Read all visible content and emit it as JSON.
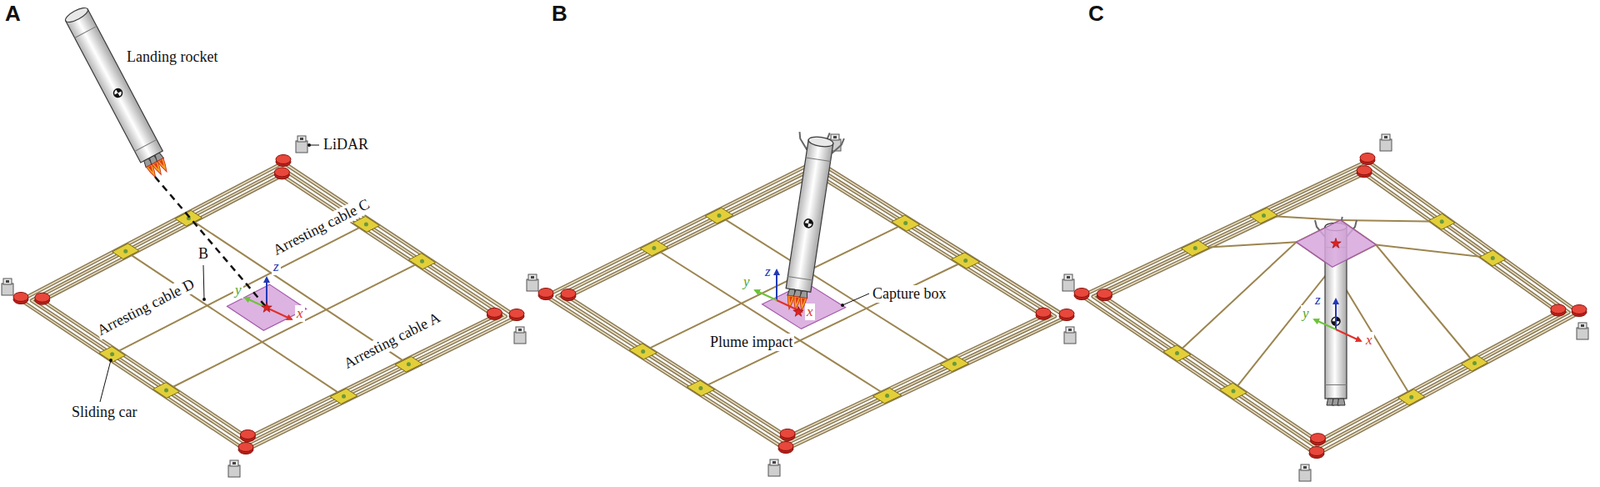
{
  "diagram": {
    "labels": [
      "A",
      "B",
      "C",
      "Landing rocket",
      "LiDAR",
      "B",
      "Arresting cable C",
      "z",
      "y",
      "x",
      "Arresting cable D",
      "Arresting cable A",
      "Sliding car",
      "z",
      "y",
      "x",
      "Capture box",
      "Plume impact",
      "z",
      "y",
      "x"
    ]
  }
}
